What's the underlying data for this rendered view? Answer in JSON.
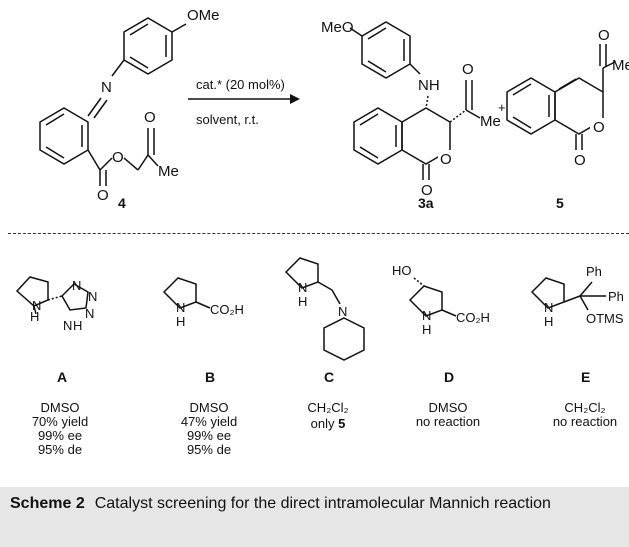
{
  "scheme": {
    "reaction": {
      "arrow_top_label": "cat.* (20 mol%)",
      "arrow_bottom_label": "solvent, r.t.",
      "plus_sign": "+",
      "reactant": {
        "label": "4",
        "atoms": {
          "ome": "OMe",
          "n": "N",
          "o_ester": "O",
          "o_carbonyl": "O",
          "o_ketone": "O",
          "me": "Me"
        }
      },
      "product_main": {
        "label": "3a",
        "atoms": {
          "meo": "MeO",
          "nh": "NH",
          "o_ring": "O",
          "o_carbonyl": "O",
          "o_ketone": "O",
          "me": "Me"
        }
      },
      "product_side": {
        "label": "5",
        "atoms": {
          "o_ring": "O",
          "o_carbonyl": "O",
          "o_ketone": "O",
          "me": "Me"
        }
      }
    },
    "catalysts": [
      {
        "letter": "A",
        "solvent": "DMSO",
        "results": [
          "70% yield",
          "99% ee",
          "95% de"
        ],
        "atoms": {
          "nh": "H",
          "n_ring": "N",
          "tz_n1": "N",
          "tz_n2": "N",
          "tz_n3": "N",
          "tz_nh": "N",
          "tz_h": "H"
        }
      },
      {
        "letter": "B",
        "solvent": "DMSO",
        "results": [
          "47% yield",
          "99% ee",
          "95% de"
        ],
        "atoms": {
          "n": "N",
          "h": "H",
          "co2h": "CO₂H"
        }
      },
      {
        "letter": "C",
        "solvent": "CH₂Cl₂",
        "results_prefix": "only",
        "results_compound": "5",
        "atoms": {
          "n": "N",
          "h": "H",
          "n_pip": "N"
        }
      },
      {
        "letter": "D",
        "solvent": "DMSO",
        "results": [
          "no reaction"
        ],
        "atoms": {
          "ho": "HO",
          "n": "N",
          "h": "H",
          "co2h": "CO₂H"
        }
      },
      {
        "letter": "E",
        "solvent": "CH₂Cl₂",
        "results": [
          "no reaction"
        ],
        "atoms": {
          "n": "N",
          "h": "H",
          "ph1": "Ph",
          "ph2": "Ph",
          "otms": "OTMS"
        }
      }
    ]
  },
  "caption": {
    "label": "Scheme 2",
    "text": "Catalyst screening for the direct intramolecular Mannich reaction"
  }
}
